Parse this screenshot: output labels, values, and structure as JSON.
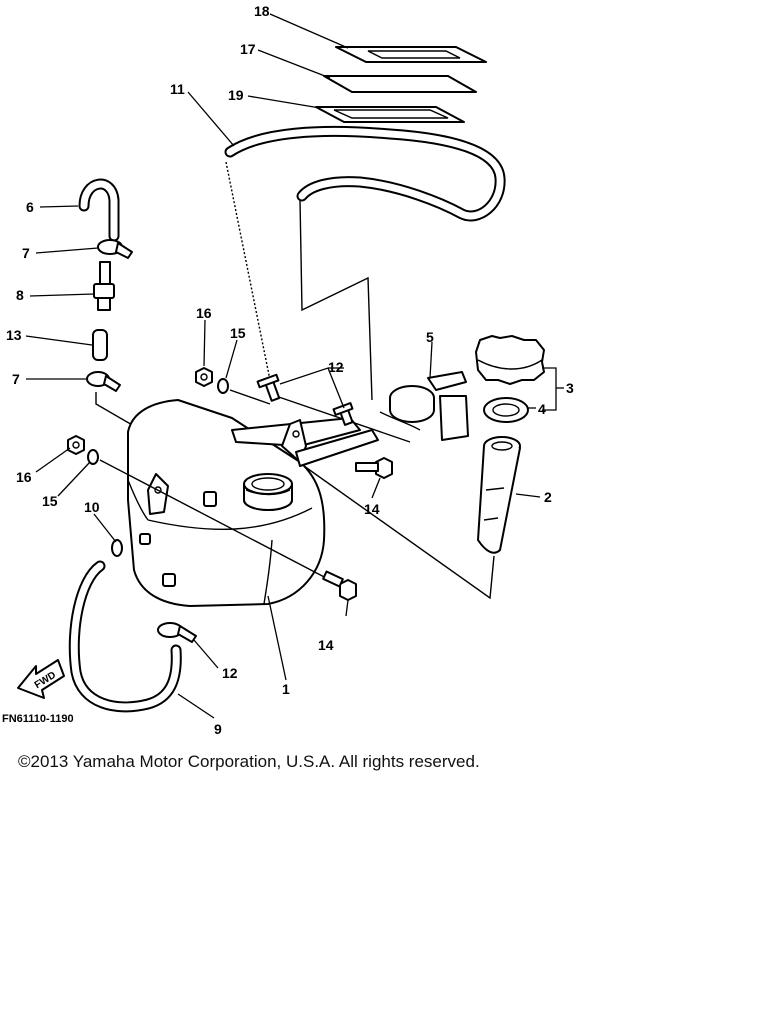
{
  "diagram": {
    "callouts": [
      "1",
      "2",
      "3",
      "4",
      "5",
      "6",
      "7",
      "8",
      "9",
      "10",
      "11",
      "12",
      "13",
      "14",
      "15",
      "16",
      "17",
      "18",
      "19"
    ],
    "fig_code": "FN61110-1190",
    "fwd_label": "FWD"
  },
  "footer": {
    "copyright": "©2013 Yamaha Motor Corporation, U.S.A. All rights reserved."
  }
}
